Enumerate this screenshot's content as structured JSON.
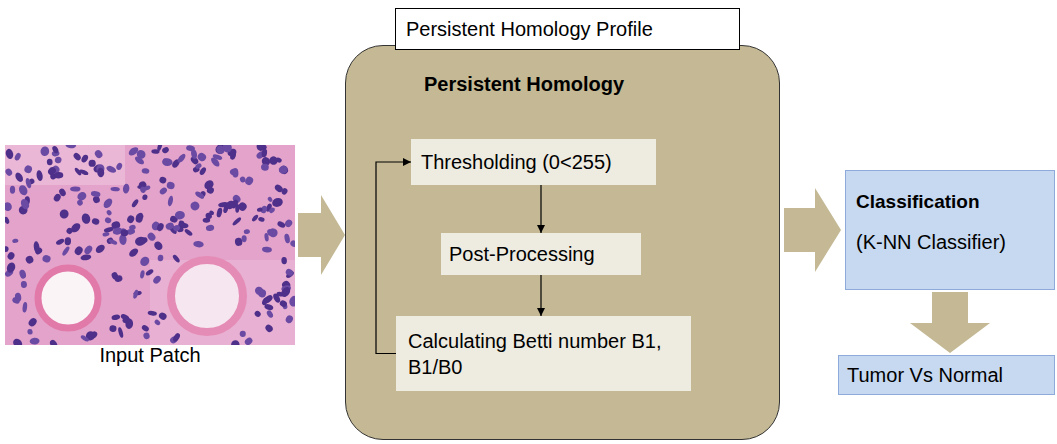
{
  "diagram": {
    "nodes": [
      {
        "text": [
          "Persistent Homology Profile"
        ]
      },
      {
        "text": [
          "Persistent Homology"
        ]
      },
      {
        "text": [
          "Thresholding (0<255)"
        ],
        "in": 1
      },
      {
        "text": [
          "Post-Processing"
        ],
        "in": 1
      },
      {
        "text": [
          "Calculating Betti number B1, B1/B0"
        ],
        "in": 1
      },
      {
        "text": [
          "Classification",
          "(K-NN Classifier)"
        ]
      },
      {
        "text": [
          "Tumor Vs Normal"
        ]
      }
    ],
    "edges": [
      {
        "from": 2,
        "to": 3,
        "arrow": "to"
      },
      {
        "from": 3,
        "to": 4,
        "arrow": "to"
      },
      {
        "from": 4,
        "to": 2,
        "arrow": "to"
      },
      {
        "from": 1,
        "to": 5,
        "arrow": "to"
      },
      {
        "from": 5,
        "to": 6,
        "arrow": "to"
      }
    ],
    "labels": [
      "Input Patch"
    ]
  }
}
